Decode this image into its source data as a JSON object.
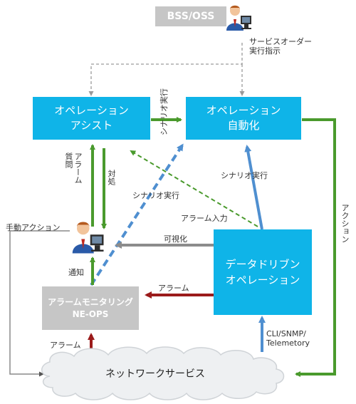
{
  "boxes": {
    "bss_oss": "BSS/OSS",
    "op_assist": [
      "オペレーション",
      "アシスト"
    ],
    "op_auto": [
      "オペレーション",
      "自動化"
    ],
    "data_driven": [
      "データドリブン",
      "オペレーション"
    ],
    "alarm_monitor": [
      "アラームモニタリング",
      "NE-OPS"
    ],
    "network": "ネットワークサービス"
  },
  "labels": {
    "service_order": [
      "サービスオーダー",
      "実行指示"
    ],
    "scenario_exec_top": "シナリオ実行",
    "scenario_exec_right": "シナリオ実行",
    "scenario_exec_mid": "シナリオ実行",
    "alarm_query": [
      "アラーム",
      "質問"
    ],
    "action_response": "対処",
    "manual_action": "手動アクション",
    "alarm_input": "アラーム入力",
    "visualize": "可視化",
    "notify": "通知",
    "alarm_mid": "アラーム",
    "alarm_bottom": "アラーム",
    "cli": [
      "CLI/SNMP/",
      "Telemetory"
    ],
    "action": "アクション"
  },
  "colors": {
    "cyan": "#0fb4e8",
    "gray_box": "#c6c6c6",
    "green": "#4a9a2d",
    "dark_red": "#9b1b1b",
    "blue": "#4f8fd0",
    "gray_arrow": "#8c8c8c",
    "dashed_gray": "#9a9a9a"
  },
  "icons": [
    "operator-avatar-icon",
    "monitor-icon",
    "cloud-icon"
  ]
}
